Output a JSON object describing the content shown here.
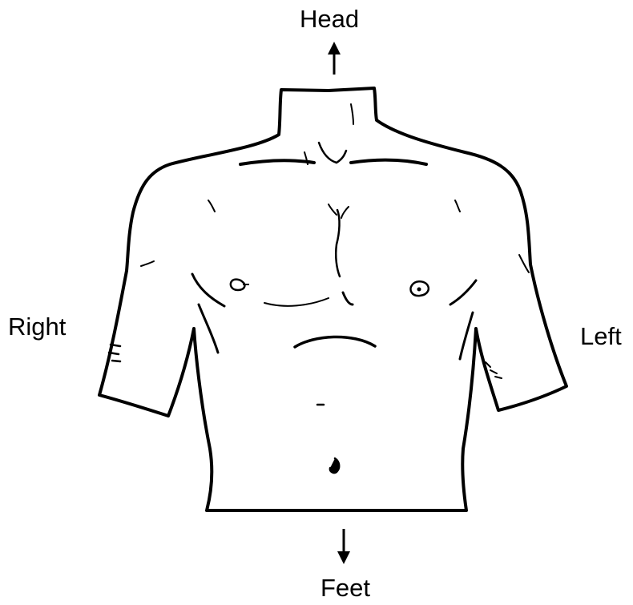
{
  "labels": {
    "head": "Head",
    "feet": "Feet",
    "right": "Right",
    "left": "Left"
  },
  "colors": {
    "stroke": "#000000",
    "background": "#ffffff"
  }
}
